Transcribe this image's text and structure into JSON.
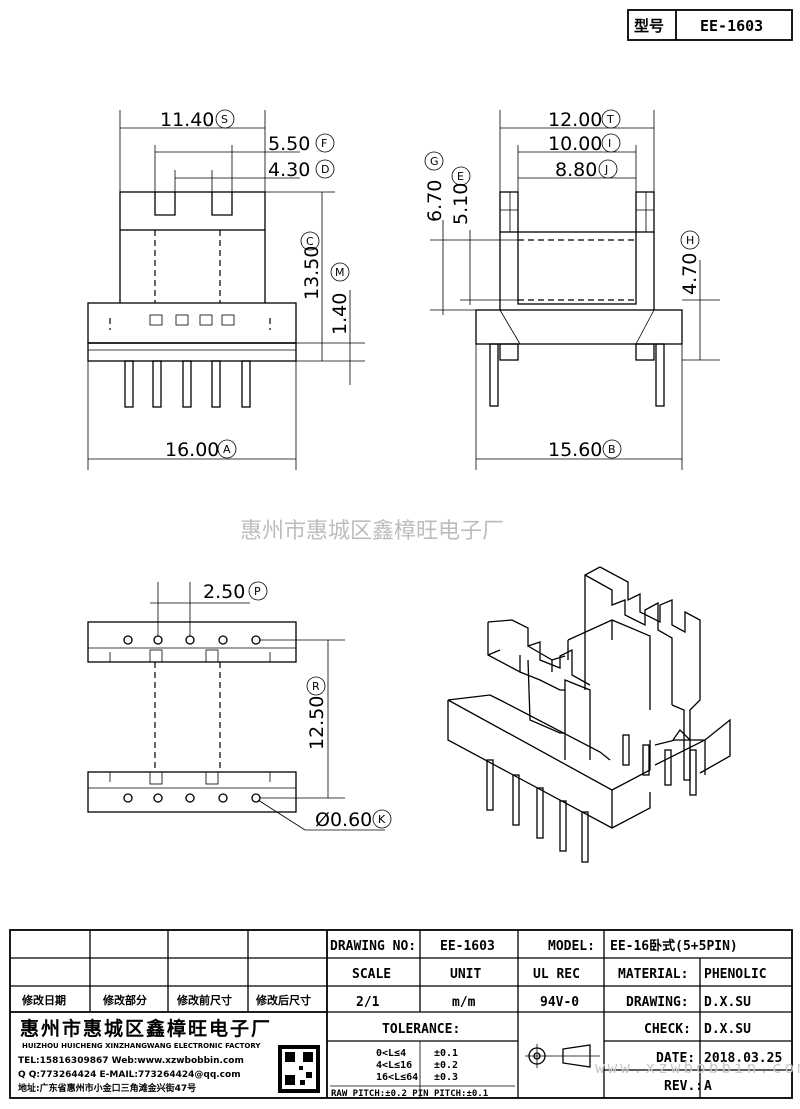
{
  "header": {
    "type_label": "型号",
    "type_value": "EE-1603"
  },
  "front_view": {
    "dims": [
      {
        "value": "11.40",
        "code": "S"
      },
      {
        "value": "5.50",
        "code": "F"
      },
      {
        "value": "4.30",
        "code": "D"
      },
      {
        "value": "13.50",
        "code": "C"
      },
      {
        "value": "1.40",
        "code": "M"
      },
      {
        "value": "16.00",
        "code": "A"
      }
    ]
  },
  "side_view": {
    "dims": [
      {
        "value": "12.00",
        "code": "T"
      },
      {
        "value": "10.00",
        "code": "I"
      },
      {
        "value": "8.80",
        "code": "J"
      },
      {
        "value": "6.70",
        "code": "G"
      },
      {
        "value": "5.10",
        "code": "E"
      },
      {
        "value": "4.70",
        "code": "H"
      },
      {
        "value": "15.60",
        "code": "B"
      }
    ]
  },
  "bottom_view": {
    "dims": [
      {
        "value": "2.50",
        "code": "P"
      },
      {
        "value": "12.50",
        "code": "R"
      },
      {
        "value": "Ø0.60",
        "code": "K"
      }
    ]
  },
  "watermark": {
    "text": "惠州市惠城区鑫樟旺电子厂",
    "url": "www.xzwbobbin.com"
  },
  "title_block": {
    "revision_headers": [
      "修改日期",
      "修改部分",
      "修改前尺寸",
      "修改后尺寸"
    ],
    "drawing_no_label": "DRAWING NO:",
    "drawing_no": "EE-1603",
    "model_label": "MODEL:",
    "model": "EE-16卧式(5+5PIN)",
    "scale_label": "SCALE",
    "unit_label": "UNIT",
    "ul_label": "UL REC",
    "scale": "2/1",
    "unit": "m/m",
    "ul": "94V-0",
    "material_label": "MATERIAL:",
    "material": "PHENOLIC",
    "drawing_label": "DRAWING:",
    "drawing": "D.X.SU",
    "check_label": "CHECK:",
    "check": "D.X.SU",
    "date_label": "DATE:",
    "date": "2018.03.25",
    "rev_label": "REV.:",
    "rev": "A",
    "tolerance_label": "TOLERANCE:",
    "tolerances": [
      {
        "range": "0<L≤4",
        "tol": "±0.1"
      },
      {
        "range": "4<L≤16",
        "tol": "±0.2"
      },
      {
        "range": "16<L≤64",
        "tol": "±0.3"
      }
    ],
    "pitch_note": "RAW PITCH:±0.2 PIN PITCH:±0.1",
    "company_cn": "惠州市惠城区鑫樟旺电子厂",
    "company_en": "HUIZHOU HUICHENG XINZHANGWANG ELECTRONIC FACTORY",
    "tel": "TEL:15816309867 Web:www.xzwbobbin.com",
    "qq": "Q Q:773264424 E-MAIL:773264424@qq.com",
    "address": "地址:广东省惠州市小金口三角滩金兴街47号"
  }
}
